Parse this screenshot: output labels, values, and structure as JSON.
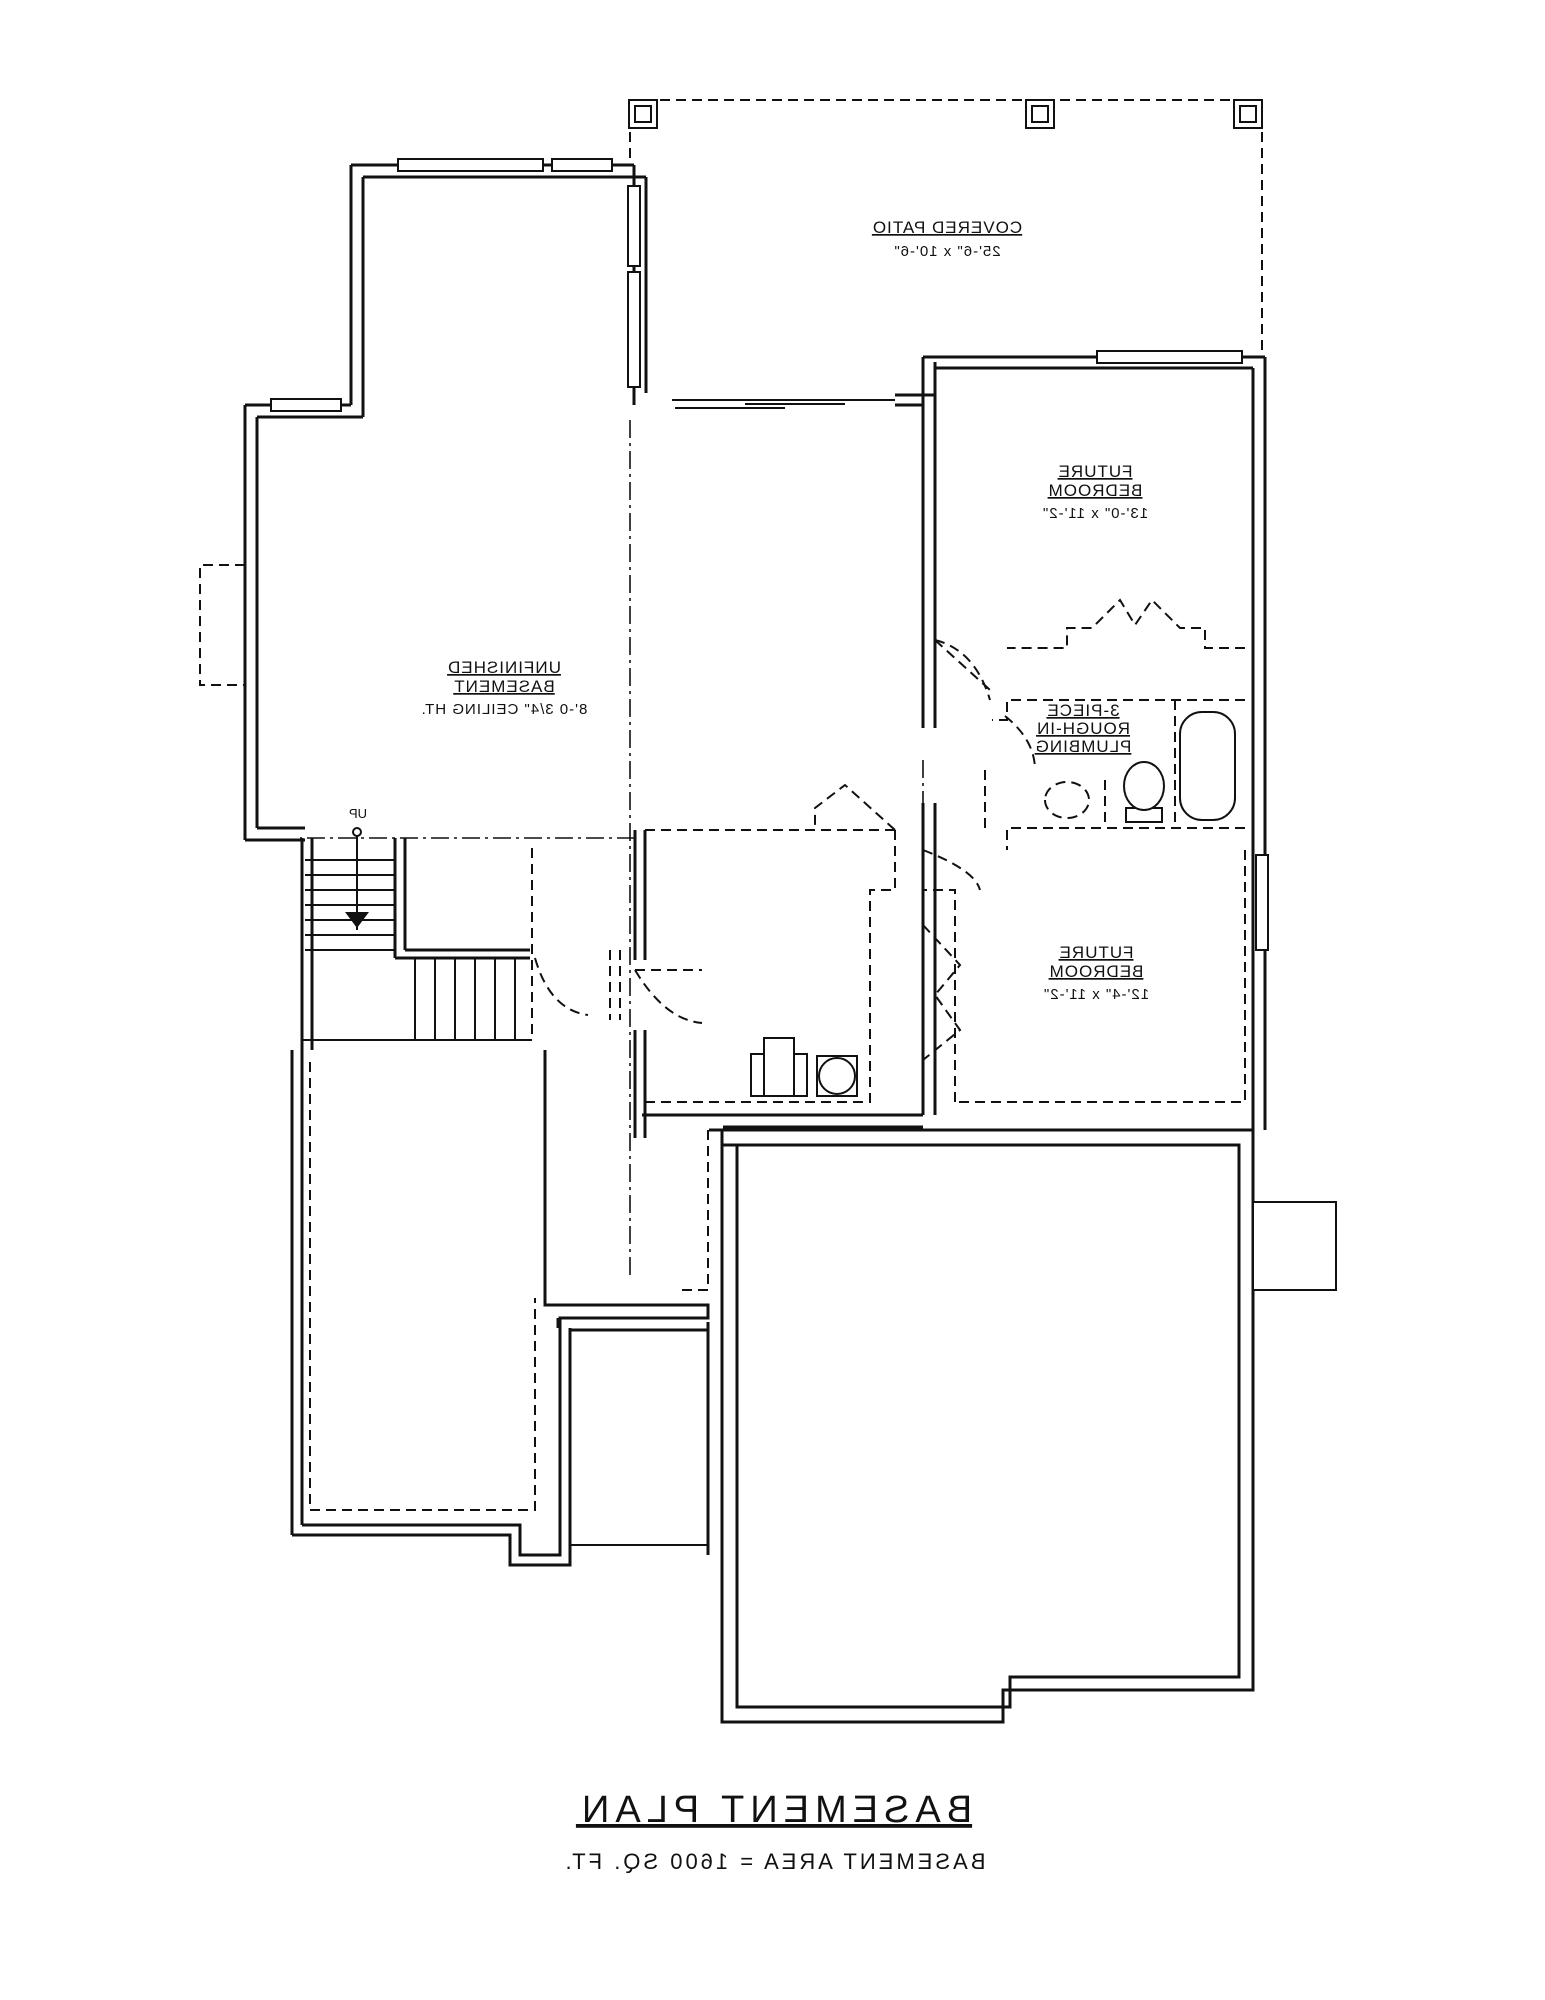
{
  "rooms": {
    "covered_patio": {
      "name": "COVERED PATIO",
      "dim": "25'-6\" x 10'-6\""
    },
    "future_bedroom_1": {
      "name_line1": "FUTURE",
      "name_line2": "BEDROOM",
      "dim": "13'-0\" x 11'-2\""
    },
    "unfinished_basement": {
      "name_line1": "UNFINISHED",
      "name_line2": "BASEMENT",
      "dim": "8'-0 3/4\" CEILING HT."
    },
    "plumbing": {
      "line1": "3-PIECE",
      "line2": "ROUGH-IN",
      "line3": "PLUMBING"
    },
    "future_bedroom_2": {
      "name_line1": "FUTURE",
      "name_line2": "BEDROOM",
      "dim": "12'-4\" x 11'-2\""
    }
  },
  "stair": {
    "label": "UP"
  },
  "footer": {
    "title": "BASEMENT PLAN",
    "area": "BASEMENT AREA = 1600 SQ. FT."
  }
}
